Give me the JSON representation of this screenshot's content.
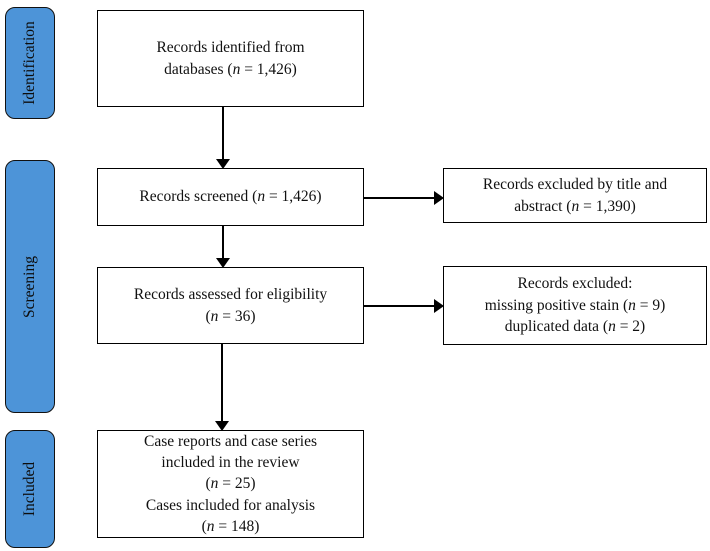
{
  "diagram": {
    "type": "prisma-flow",
    "colors": {
      "stage_fill": "#4d94d8",
      "stage_border": "#111111",
      "box_fill": "#ffffff",
      "box_border": "#000000",
      "arrow": "#000000"
    },
    "stages": [
      {
        "id": "identification",
        "label": "Identification"
      },
      {
        "id": "screening",
        "label": "Screening"
      },
      {
        "id": "included",
        "label": "Included"
      }
    ],
    "boxes": {
      "identified": "Records identified from\ndatabases (n = 1,426)",
      "screened": "Records screened (n = 1,426)",
      "excluded_title_abstract": "Records excluded by title and\nabstract (n = 1,390)",
      "assessed": "Records assessed for eligibility\n(n = 36)",
      "excluded_eligibility": "Records excluded:\nmissing positive stain (n = 9)\nduplicated data (n = 2)",
      "included_final": "Case reports and case series\nincluded in the review\n(n = 25)\nCases included for analysis\n(n = 148)"
    }
  }
}
